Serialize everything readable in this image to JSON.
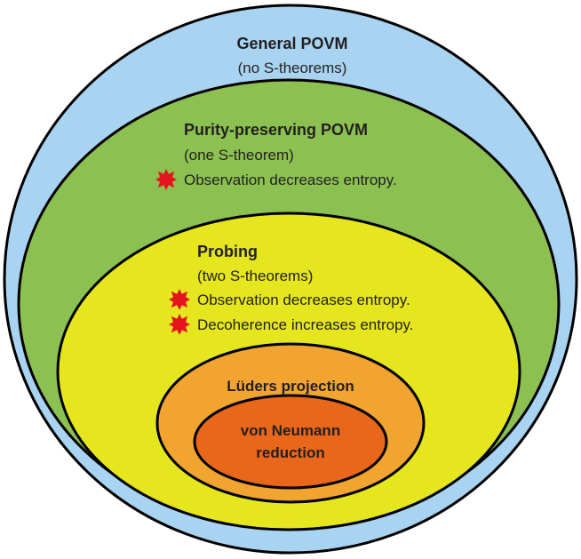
{
  "colors": {
    "general": "#a9d4f1",
    "purity": "#8cc152",
    "probing": "#e6e61f",
    "luders": "#f2a431",
    "von_neumann": "#e8671b",
    "outline": "#000000",
    "star": "#e4151f"
  },
  "regions": {
    "general": {
      "title": "General POVM",
      "subtitle": "(no S-theorems)"
    },
    "purity": {
      "title": "Purity-preserving POVM",
      "subtitle": "(one S-theorem)",
      "bullets": [
        "Observation decreases entropy."
      ]
    },
    "probing": {
      "title": "Probing",
      "subtitle": "(two S-theorems)",
      "bullets": [
        "Observation decreases entropy.",
        "Decoherence increases entropy."
      ]
    },
    "luders": {
      "title": "Lüders projection"
    },
    "von_neumann": {
      "line1": "von Neumann",
      "line2": "reduction"
    }
  },
  "bullet_icon": "red-starburst"
}
